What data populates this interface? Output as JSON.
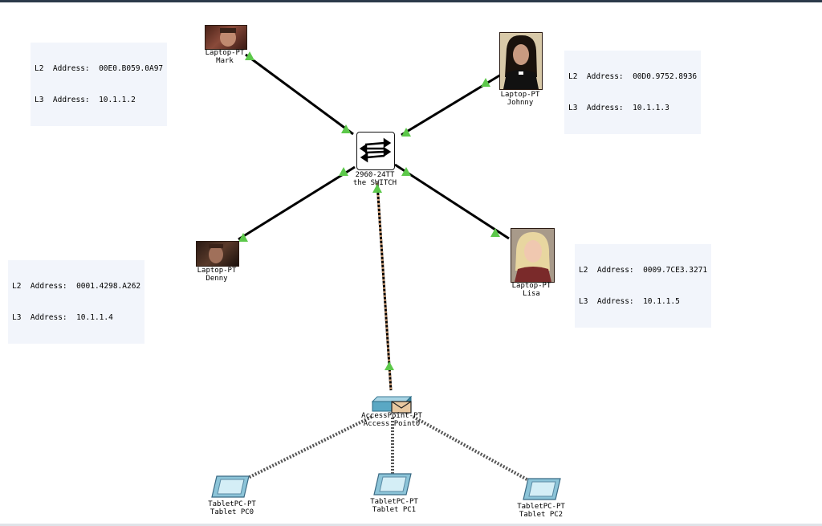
{
  "devices": {
    "switch": {
      "model": "2960-24TT",
      "name": "the SWITCH"
    },
    "mark": {
      "model": "Laptop-PT",
      "name": "Mark"
    },
    "johnny": {
      "model": "Laptop-PT",
      "name": "Johnny"
    },
    "denny": {
      "model": "Laptop-PT",
      "name": "Denny"
    },
    "lisa": {
      "model": "Laptop-PT",
      "name": "Lisa"
    },
    "access_point": {
      "model": "AccessPoint-PT",
      "name": "Access Point0"
    },
    "tablet0": {
      "model": "TabletPC-PT",
      "name": "Tablet PC0"
    },
    "tablet1": {
      "model": "TabletPC-PT",
      "name": "Tablet PC1"
    },
    "tablet2": {
      "model": "TabletPC-PT",
      "name": "Tablet PC2"
    }
  },
  "address_notes": {
    "mark": {
      "l2": "L2  Address:  00E0.B059.0A97",
      "l3": "L3  Address:  10.1.1.2"
    },
    "johnny": {
      "l2": "L2  Address:  00D0.9752.8936",
      "l3": "L3  Address:  10.1.1.3"
    },
    "denny": {
      "l2": "L2  Address:  0001.4298.A262",
      "l3": "L3  Address:  10.1.1.4"
    },
    "lisa": {
      "l2": "L2  Address:  0009.7CE3.3271",
      "l3": "L3  Address:  10.1.1.5"
    }
  },
  "icons": {
    "switch": "switch-arrows-icon",
    "laptop_photo": "person-photo-icon",
    "access_point": "access-point-icon",
    "tablet": "tablet-icon",
    "link_status": "green-triangle-link-up-icon"
  },
  "colors": {
    "link": "#000000",
    "link_up": "#5cc84a",
    "wireless": "#555555",
    "note_bg": "#f2f5fb"
  }
}
